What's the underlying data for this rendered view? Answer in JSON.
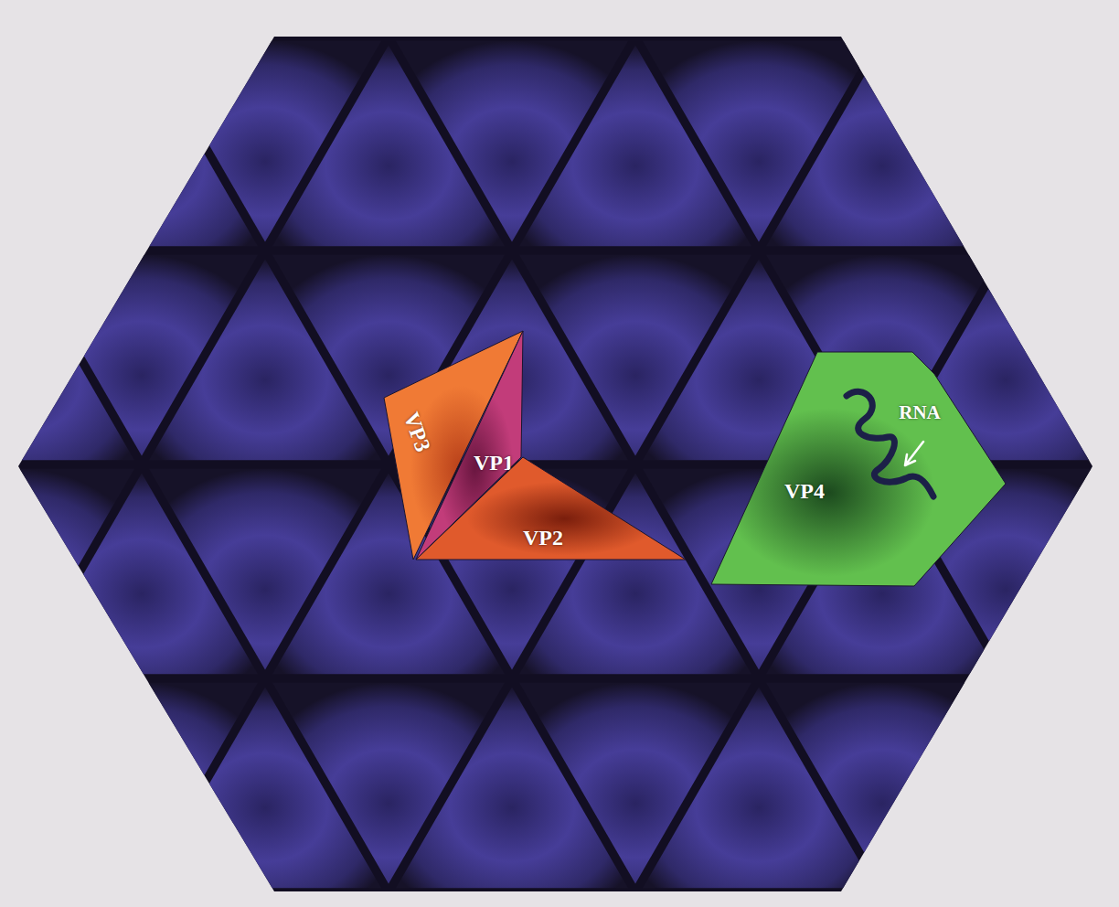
{
  "diagram": {
    "nodes": [
      {
        "text": [
          "VP3"
        ]
      },
      {
        "text": [
          "VP1"
        ]
      },
      {
        "text": [
          "VP2"
        ]
      },
      {
        "text": [
          "VP4",
          "RNA"
        ]
      }
    ]
  }
}
